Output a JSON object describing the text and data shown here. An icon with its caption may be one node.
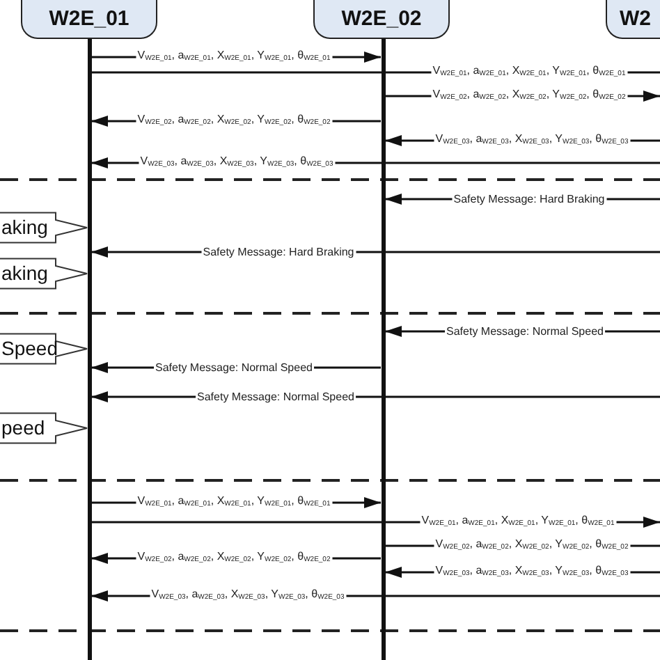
{
  "diagram": {
    "nodes": [
      {
        "text": [
          "W2E_01"
        ]
      },
      {
        "text": [
          "W2E_02"
        ]
      },
      {
        "text": [
          "W2"
        ]
      },
      {
        "text": [],
        "shape": "bar"
      },
      {
        "text": [],
        "shape": "bar"
      },
      {
        "text": [
          "aking"
        ]
      },
      {
        "text": [
          "aking"
        ]
      },
      {
        "text": [
          "Speed"
        ]
      },
      {
        "text": [
          "peed"
        ]
      }
    ],
    "edges": [
      {
        "from": 3,
        "to": 4,
        "arrow": "to",
        "label": "V$_{W2E_01}$, a$_{W2E_01}$, X$_{W2E_01}$, Y$_{W2E_01}$, θ$_{W2E_01}$"
      },
      {
        "from": 3,
        "to": null,
        "arrow": "none",
        "label": "V$_{W2E_01}$, a$_{W2E_01}$, X$_{W2E_01}$, Y$_{W2E_01}$, θ$_{W2E_01}$"
      },
      {
        "from": 4,
        "to": null,
        "arrow": "to",
        "label": "V$_{W2E_02}$, a$_{W2E_02}$, X$_{W2E_02}$, Y$_{W2E_02}$, θ$_{W2E_02}$"
      },
      {
        "from": 4,
        "to": 3,
        "arrow": "to",
        "label": "V$_{W2E_02}$, a$_{W2E_02}$, X$_{W2E_02}$, Y$_{W2E_02}$, θ$_{W2E_02}$"
      },
      {
        "from": null,
        "to": 4,
        "arrow": "to",
        "label": "V$_{W2E_03}$, a$_{W2E_03}$, X$_{W2E_03}$, Y$_{W2E_03}$, θ$_{W2E_03}$"
      },
      {
        "from": null,
        "to": 3,
        "arrow": "to",
        "label": "V$_{W2E_03}$, a$_{W2E_03}$, X$_{W2E_03}$, Y$_{W2E_03}$, θ$_{W2E_03}$"
      },
      {
        "from": null,
        "to": 4,
        "arrow": "to",
        "label": "Safety Message: Hard Braking"
      },
      {
        "from": null,
        "to": 3,
        "arrow": "to",
        "label": "Safety Message: Hard Braking"
      },
      {
        "from": null,
        "to": 4,
        "arrow": "to",
        "label": "Safety Message: Normal Speed"
      },
      {
        "from": 4,
        "to": 3,
        "arrow": "to",
        "label": "Safety Message: Normal Speed"
      },
      {
        "from": null,
        "to": 3,
        "arrow": "to",
        "label": "Safety Message: Normal Speed"
      },
      {
        "from": 3,
        "to": 4,
        "arrow": "to",
        "label": "V$_{W2E_01}$, a$_{W2E_01}$, X$_{W2E_01}$, Y$_{W2E_01}$, θ$_{W2E_01}$"
      },
      {
        "from": 3,
        "to": null,
        "arrow": "to",
        "label": "V$_{W2E_01}$, a$_{W2E_01}$, X$_{W2E_01}$, Y$_{W2E_01}$, θ$_{W2E_01}$"
      },
      {
        "from": 4,
        "to": null,
        "arrow": "none",
        "label": "V$_{W2E_02}$, a$_{W2E_02}$, X$_{W2E_02}$, Y$_{W2E_02}$, θ$_{W2E_02}$"
      },
      {
        "from": 4,
        "to": 3,
        "arrow": "to",
        "label": "V$_{W2E_02}$, a$_{W2E_02}$, X$_{W2E_02}$, Y$_{W2E_02}$, θ$_{W2E_02}$"
      },
      {
        "from": null,
        "to": 4,
        "arrow": "to",
        "label": "V$_{W2E_03}$, a$_{W2E_03}$, X$_{W2E_03}$, Y$_{W2E_03}$, θ$_{W2E_03}$"
      },
      {
        "from": null,
        "to": 3,
        "arrow": "to",
        "label": "V$_{W2E_03}$, a$_{W2E_03}$, X$_{W2E_03}$, Y$_{W2E_03}$, θ$_{W2E_03}$"
      }
    ]
  }
}
